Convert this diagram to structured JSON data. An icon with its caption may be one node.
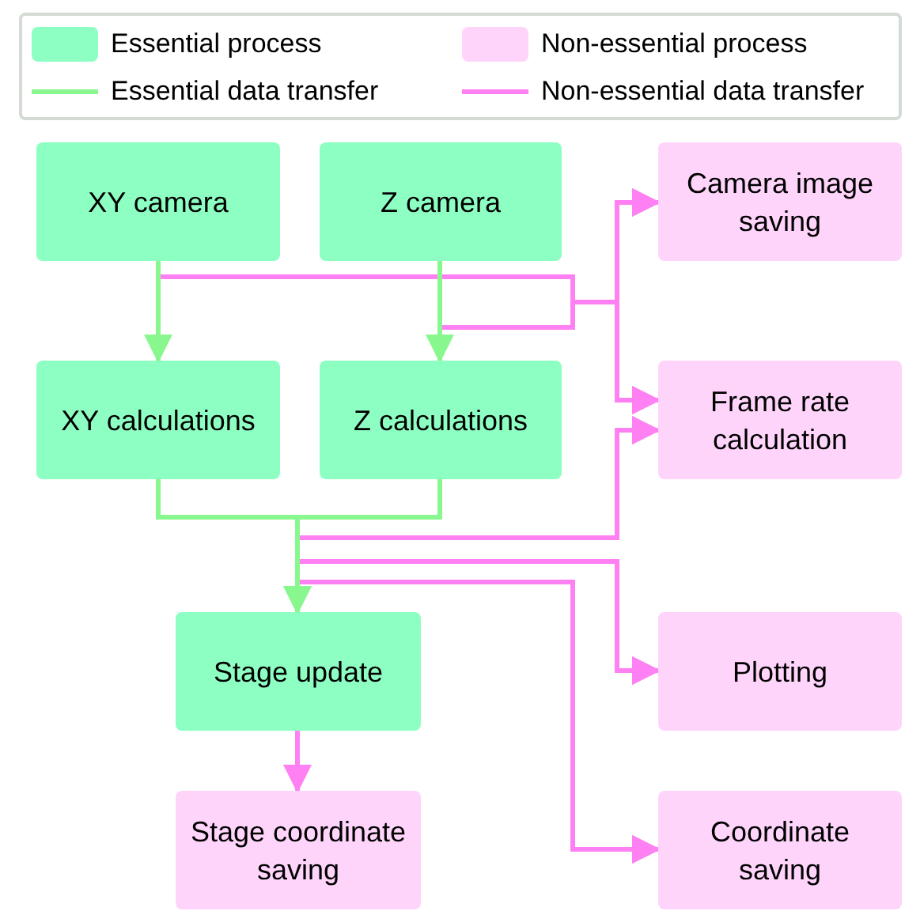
{
  "diagram": {
    "nodes": [
      {
        "text": [
          "XY camera"
        ]
      },
      {
        "text": [
          "Z camera"
        ]
      },
      {
        "text": [
          "Camera image saving"
        ]
      },
      {
        "text": [
          "XY calculations"
        ]
      },
      {
        "text": [
          "Z calculations"
        ]
      },
      {
        "text": [
          "Frame rate calculation"
        ]
      },
      {
        "text": [
          "Stage update"
        ]
      },
      {
        "text": [
          "Plotting"
        ]
      },
      {
        "text": [
          "Stage coordinate saving"
        ]
      },
      {
        "text": [
          "Coordinate saving"
        ]
      }
    ],
    "edges": [
      {
        "from": 0,
        "to": 2,
        "arrow": "to"
      },
      {
        "from": 0,
        "to": 5,
        "arrow": "to"
      },
      {
        "from": 1,
        "to": 2,
        "arrow": "to"
      },
      {
        "from": 1,
        "to": 5,
        "arrow": "to"
      },
      {
        "from": 0,
        "to": 3,
        "arrow": "to",
        "color": "#88f78e"
      },
      {
        "from": 1,
        "to": 4,
        "arrow": "to",
        "color": "#88f78e"
      },
      {
        "from": 3,
        "to": 5,
        "arrow": "to"
      },
      {
        "from": 4,
        "to": 5,
        "arrow": "to"
      },
      {
        "from": 3,
        "to": 7,
        "arrow": "to"
      },
      {
        "from": 4,
        "to": 7,
        "arrow": "to"
      },
      {
        "from": 3,
        "to": 9,
        "arrow": "to"
      },
      {
        "from": 4,
        "to": 9,
        "arrow": "to"
      },
      {
        "from": 3,
        "to": 6,
        "arrow": "to",
        "color": "#88f78e"
      },
      {
        "from": 4,
        "to": 6,
        "arrow": "to",
        "color": "#88f78e"
      },
      {
        "from": 6,
        "to": 8,
        "arrow": "to"
      }
    ],
    "legend": [
      {
        "text": "Essential process",
        "color": "#8effc2"
      },
      {
        "text": "Non-essential process",
        "color": "#ffd4fb"
      },
      {
        "text": "Essential data transfer"
      },
      {
        "text": "Non-essential data transfer"
      }
    ]
  }
}
